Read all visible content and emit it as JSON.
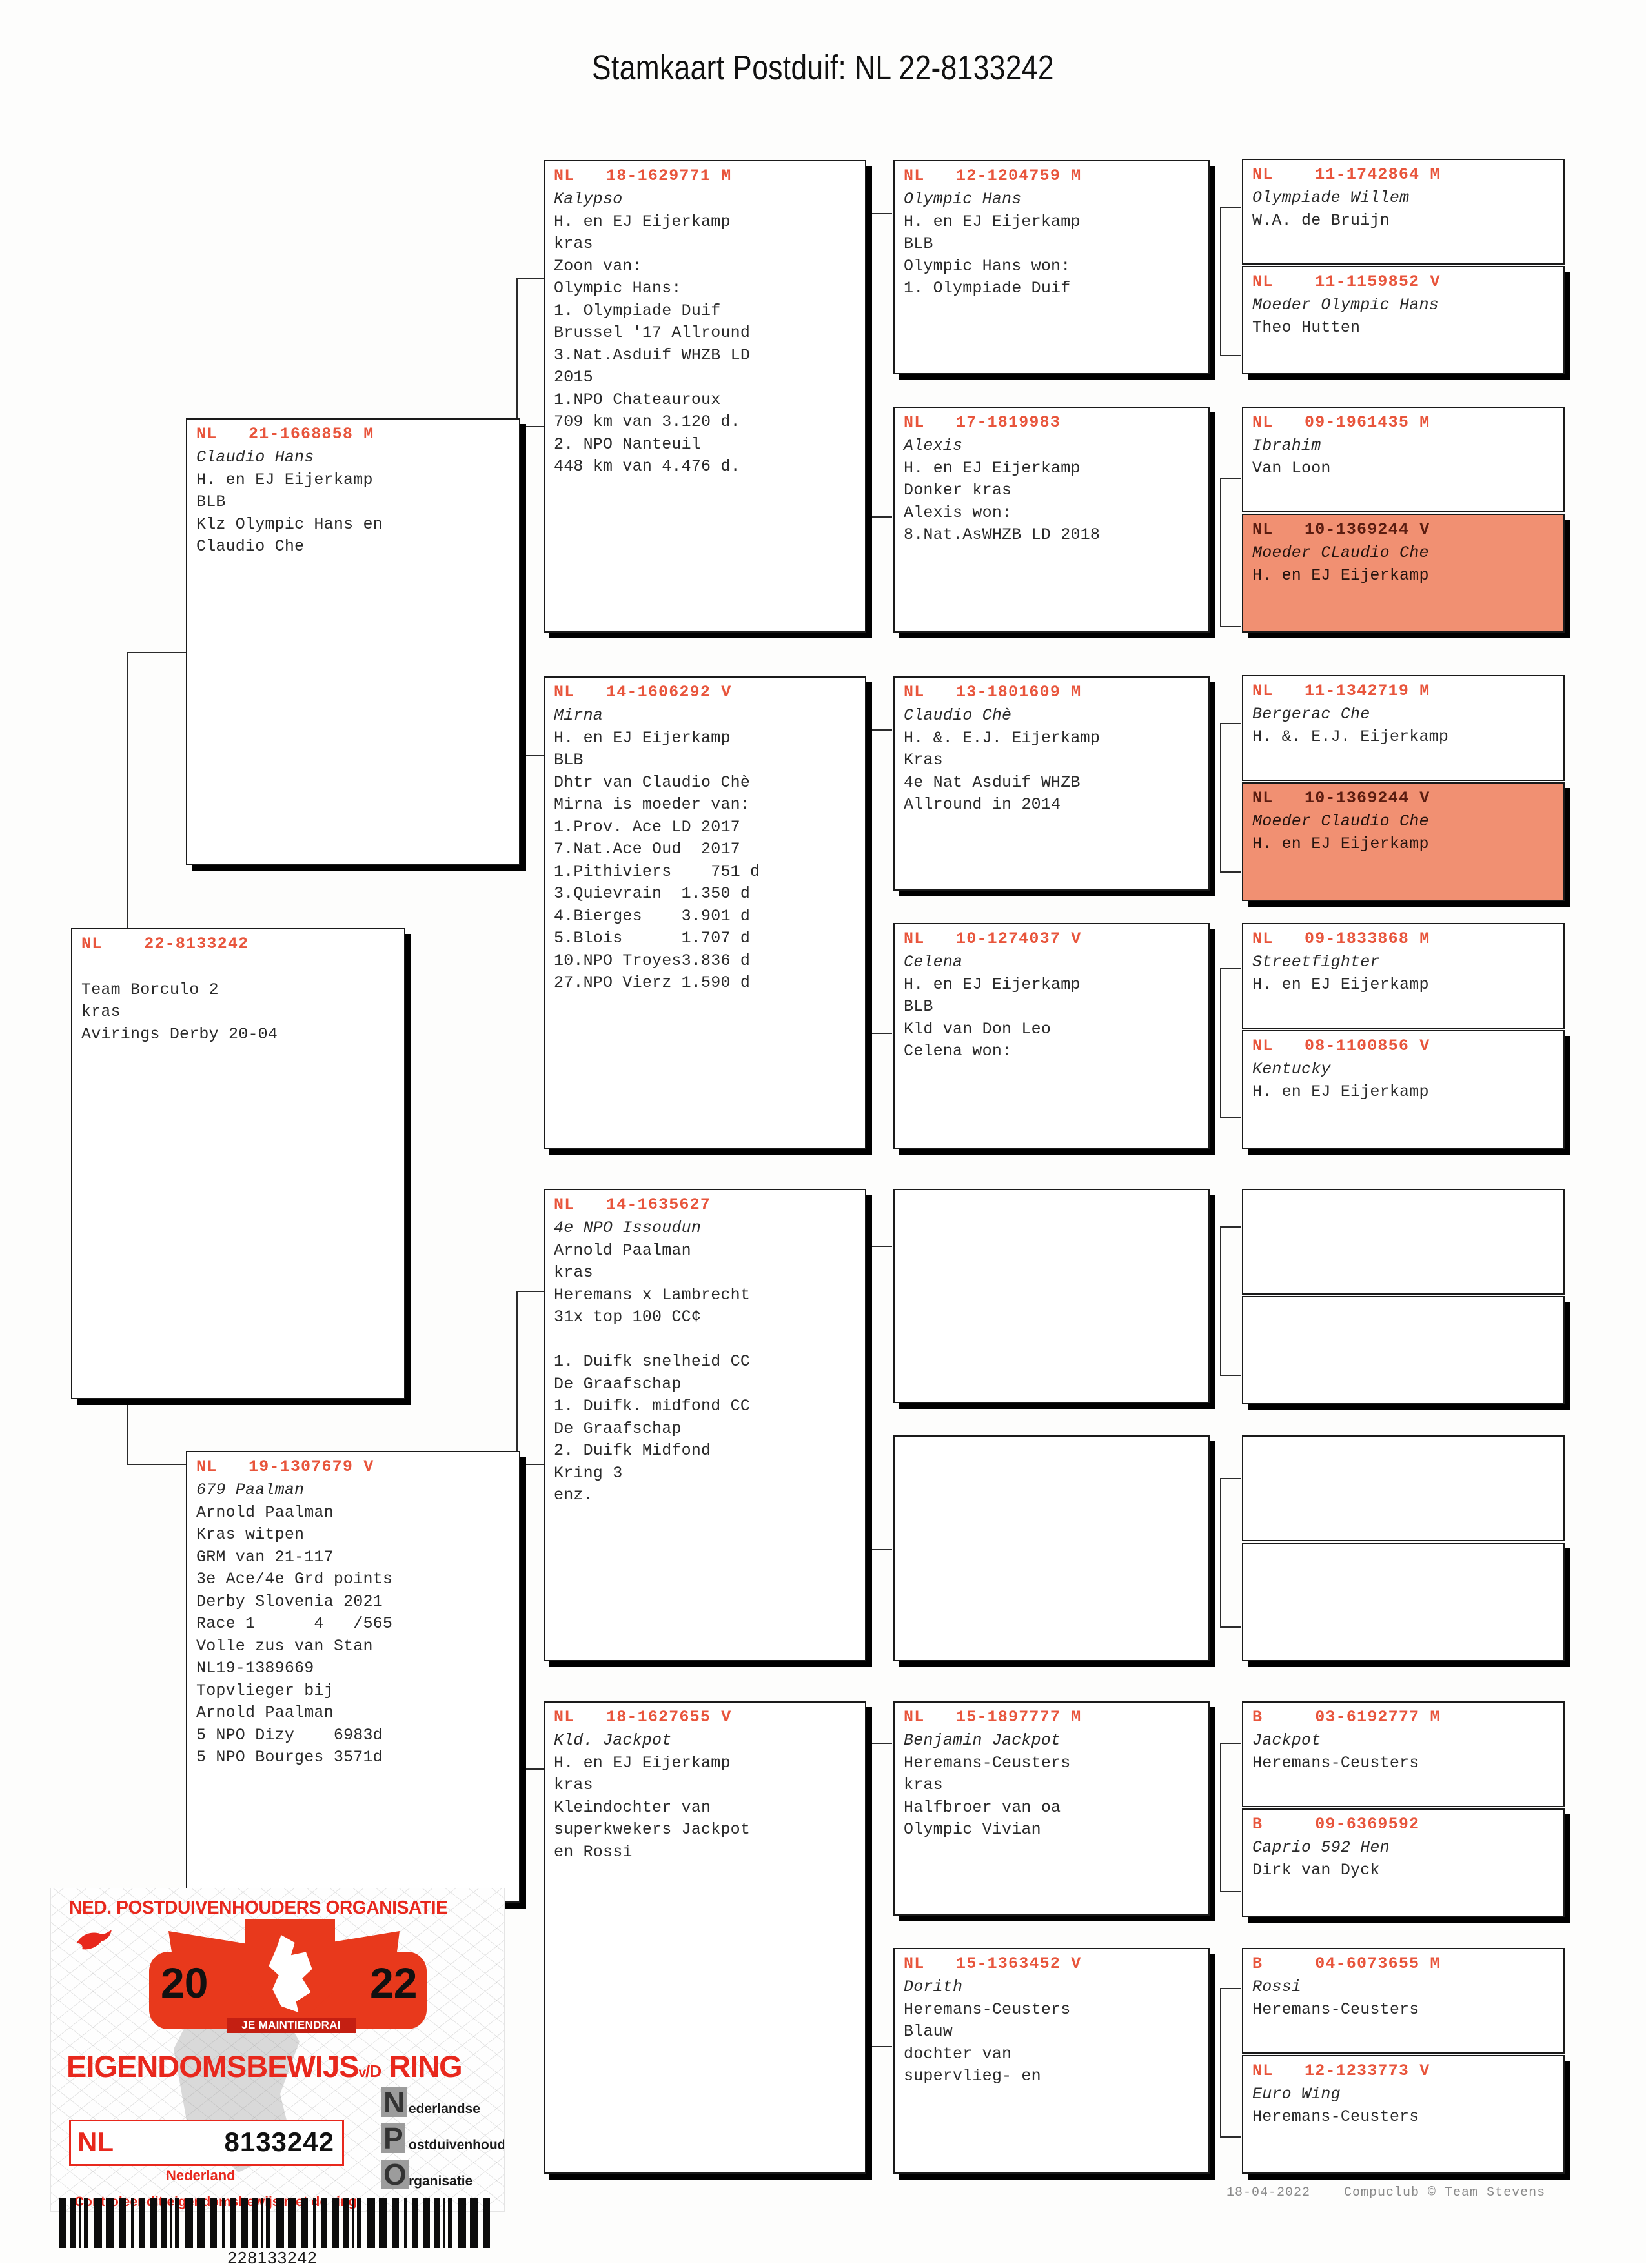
{
  "title": "Stamkaart Postduif: NL  22-8133242",
  "footer": "18-04-2022    Compuclub © Team Stevens",
  "colors": {
    "ring_red": "#e8553c",
    "highlight": "#f19072",
    "cert_red": "#e8281d",
    "text": "#2a2a2a"
  },
  "subject": {
    "ring": "NL    22-8133242",
    "lines": "\nTeam Borculo 2\nkras\nAvirings Derby 20-04"
  },
  "gen1": [
    {
      "ring": "NL   21-1668858 M",
      "lines": "Claudio Hans\nH. en EJ Eijerkamp\nBLB\nKlz Olympic Hans en\nClaudio Che"
    },
    {
      "ring": "NL   19-1307679 V",
      "lines": "679 Paalman\nArnold Paalman\nKras witpen\nGRM van 21-117\n3e Ace/4e Grd points\nDerby Slovenia 2021\nRace 1      4   /565\nVolle zus van Stan\nNL19-1389669\nTopvlieger bij\nArnold Paalman\n5 NPO Dizy    6983d\n5 NPO Bourges 3571d"
    }
  ],
  "gen2": [
    {
      "ring": "NL   18-1629771 M",
      "lines": "Kalypso\nH. en EJ Eijerkamp\nkras\nZoon van:\nOlympic Hans:\n1. Olympiade Duif\nBrussel '17 Allround\n3.Nat.Asduif WHZB LD\n2015\n1.NPO Chateauroux\n709 km van 3.120 d.\n2. NPO Nanteuil\n448 km van 4.476 d."
    },
    {
      "ring": "NL   14-1606292 V",
      "lines": "Mirna\nH. en EJ Eijerkamp\nBLB\nDhtr van Claudio Chè\nMirna is moeder van:\n1.Prov. Ace LD 2017\n7.Nat.Ace Oud  2017\n1.Pithiviers    751 d\n3.Quievrain  1.350 d\n4.Bierges    3.901 d\n5.Blois      1.707 d\n10.NPO Troyes3.836 d\n27.NPO Vierz 1.590 d"
    },
    {
      "ring": "NL   14-1635627",
      "lines": "4e NPO Issoudun\nArnold Paalman\nkras\nHeremans x Lambrecht\n31x top 100 CC¢\n\n1. Duifk snelheid CC\nDe Graafschap\n1. Duifk. midfond CC\nDe Graafschap\n2. Duifk Midfond\nKring 3\nenz."
    },
    {
      "ring": "NL   18-1627655 V",
      "lines": "Kld. Jackpot\nH. en EJ Eijerkamp\nkras\nKleindochter van\nsuperkwekers Jackpot\nen Rossi"
    }
  ],
  "gen3": [
    {
      "ring": "NL   12-1204759 M",
      "lines": "Olympic Hans\nH. en EJ Eijerkamp\nBLB\nOlympic Hans won:\n1. Olympiade Duif"
    },
    {
      "ring": "NL   17-1819983",
      "lines": "Alexis\nH. en EJ Eijerkamp\nDonker kras\nAlexis won:\n8.Nat.AsWHZB LD 2018"
    },
    {
      "ring": "NL   13-1801609 M",
      "lines": "Claudio Chè\nH. &. E.J. Eijerkamp\nKras\n4e Nat Asduif WHZB\nAllround in 2014"
    },
    {
      "ring": "NL   10-1274037 V",
      "lines": "Celena\nH. en EJ Eijerkamp\nBLB\nKld van Don Leo\nCelena won:"
    },
    {
      "ring": "",
      "lines": ""
    },
    {
      "ring": "",
      "lines": ""
    },
    {
      "ring": "NL   15-1897777 M",
      "lines": "Benjamin Jackpot\nHeremans-Ceusters\nkras\nHalfbroer van oa\nOlympic Vivian"
    },
    {
      "ring": "NL   15-1363452 V",
      "lines": "Dorith\nHeremans-Ceusters\nBlauw\ndochter van\nsupervlieg- en"
    }
  ],
  "gen4": [
    {
      "ring": "NL    11-1742864 M",
      "lines": "Olympiade Willem\nW.A. de Bruijn",
      "highlight": false
    },
    {
      "ring": "NL    11-1159852 V",
      "lines": "Moeder Olympic Hans\nTheo Hutten",
      "highlight": false
    },
    {
      "ring": "NL   09-1961435 M",
      "lines": "Ibrahim\nVan Loon",
      "highlight": false
    },
    {
      "ring": "NL   10-1369244 V",
      "lines": "Moeder CLaudio Che\nH. en EJ Eijerkamp",
      "highlight": true
    },
    {
      "ring": "NL   11-1342719 M",
      "lines": "Bergerac Che\nH. &. E.J. Eijerkamp",
      "highlight": false
    },
    {
      "ring": "NL   10-1369244 V",
      "lines": "Moeder Claudio Che\nH. en EJ Eijerkamp",
      "highlight": true
    },
    {
      "ring": "NL   09-1833868 M",
      "lines": "Streetfighter\nH. en EJ Eijerkamp",
      "highlight": false
    },
    {
      "ring": "NL   08-1100856 V",
      "lines": "Kentucky\nH. en EJ Eijerkamp",
      "highlight": false
    },
    {
      "ring": "",
      "lines": "",
      "highlight": false
    },
    {
      "ring": "",
      "lines": "",
      "highlight": false
    },
    {
      "ring": "",
      "lines": "",
      "highlight": false
    },
    {
      "ring": "",
      "lines": "",
      "highlight": false
    },
    {
      "ring": "B     03-6192777 M",
      "lines": "Jackpot\nHeremans-Ceusters",
      "highlight": false
    },
    {
      "ring": "B     09-6369592",
      "lines": "Caprio 592 Hen\nDirk van Dyck",
      "highlight": false
    },
    {
      "ring": "B     04-6073655 M",
      "lines": "Rossi\nHeremans-Ceusters",
      "highlight": false
    },
    {
      "ring": "NL   12-1233773 V",
      "lines": "Euro Wing\nHeremans-Ceusters",
      "highlight": false
    }
  ],
  "certificate": {
    "org_line": "NED. POSTDUIVENHOUDERS ORGANISATIE",
    "year_left": "20",
    "year_right": "22",
    "motto": "JE MAINTIENDRAI",
    "subtitle_main": "EIGENDOMSBEWIJS",
    "subtitle_v": "v",
    "subtitle_d": "/D",
    "subtitle_ring": "RING",
    "country_code": "NL",
    "ring_number": "8133242",
    "country_name": "Nederland",
    "npo": [
      {
        "letter": "N",
        "word": "ederlandse"
      },
      {
        "letter": "P",
        "word": "ostduivenhouders"
      },
      {
        "letter": "O",
        "word": "rganisatie"
      }
    ],
    "check_text": "Controleer dit eigendomsbewijs met de ring",
    "barcode_number": "228133242"
  }
}
